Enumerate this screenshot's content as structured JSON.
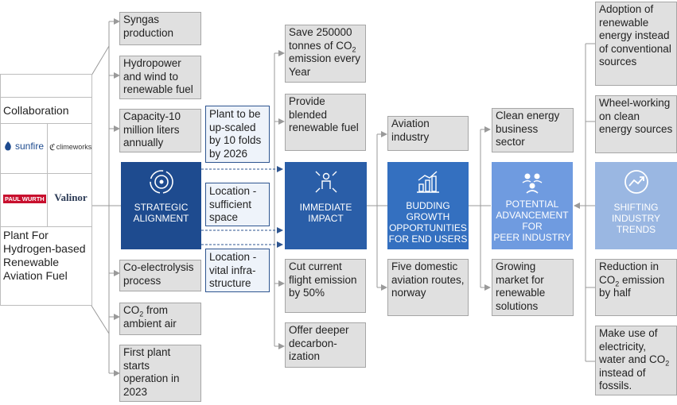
{
  "left_panel": {
    "collaboration": "Collaboration",
    "logos": [
      "sunfire",
      "climeworks",
      "PAUL WURTH",
      "Valinor"
    ],
    "plant_label": "Plant For Hydrogen-based Renewable Aviation Fuel"
  },
  "strategic": {
    "label": "STRATEGIC\nALIGNMENT",
    "items_top": [
      "Syngas production",
      "Hydropower and wind to renewable fuel",
      "Capacity-10 million liters annually"
    ],
    "items_bottom_1": "Co-electrolysis process",
    "item_co2_pre": "CO",
    "item_co2_sub": "2",
    "item_co2_post": " from ambient air",
    "item_first_plant": "First plant starts operation in 2023"
  },
  "mid_notes": [
    "Plant to be up-scaled by 10 folds by 2026",
    "Location - sufficient space",
    "Location - vital infra-structure"
  ],
  "immediate": {
    "label": "IMMEDIATE\nIMPACT",
    "top1_pre": "Save 250000 tonnes of CO",
    "top1_sub": "2",
    "top1_post": " emission every Year",
    "top2": "Provide blended renewable fuel",
    "bottom1": "Cut current flight emission by 50%",
    "bottom2": "Offer deeper decarbon-ization"
  },
  "budding": {
    "label": "BUDDING\nGROWTH\nOPPORTUNITIES\nFOR END USERS",
    "top": "Aviation industry",
    "bottom": "Five domestic aviation routes, norway"
  },
  "potential": {
    "label": "POTENTIAL\nADVANCEMENT\nFOR\nPEER INDUSTRY",
    "top": "Clean energy business sector",
    "bottom": "Growing market for renewable solutions"
  },
  "shifting": {
    "label": "SHIFTING\nINDUSTRY\nTRENDS",
    "top1": "Adoption of renewable energy instead of conventional sources",
    "top2": "Wheel-working on clean energy sources",
    "bottom1_pre": "Reduction in CO",
    "bottom1_sub": "2",
    "bottom1_post": " emission by half",
    "bottom2_pre": "Make use of electricity, water and CO",
    "bottom2_sub": "2",
    "bottom2_post": " instead of fossils."
  },
  "colors": {
    "strategic": "#1e4b8f",
    "immediate": "#2a5ea8",
    "budding": "#3470c0",
    "potential": "#6f9be0",
    "shifting": "#9ab7e2",
    "gray_box": "#e0e0e0",
    "connector": "#9a9a9a",
    "dashed": "#2e5590"
  }
}
